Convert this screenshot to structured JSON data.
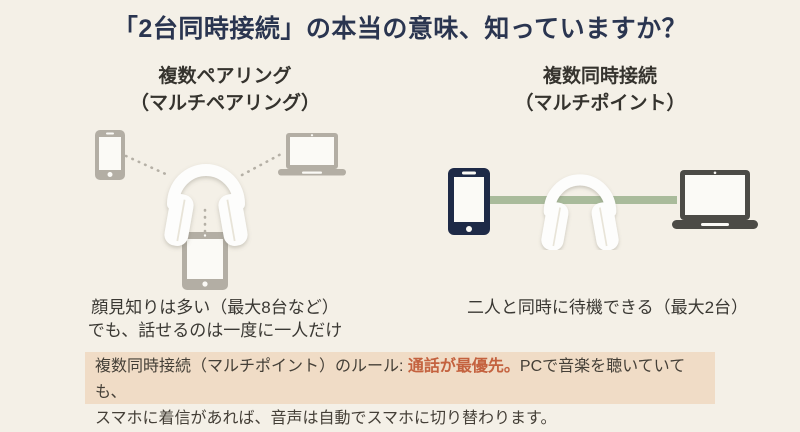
{
  "title": "「2台同時接続」の本当の意味、知っていますか？",
  "left_panel": {
    "heading_line1": "複数ペアリング",
    "heading_line2": "（マルチペアリング）",
    "caption_line1": "顔見知りは多い（最大8台など）",
    "caption_line2": "でも、話せるのは一度に一人だけ",
    "icons": [
      "smartphone-icon",
      "laptop-icon",
      "tablet-icon",
      "headphones-icon",
      "dotted-connection-lines"
    ]
  },
  "right_panel": {
    "heading_line1": "複数同時接続",
    "heading_line2": "（マルチポイント）",
    "caption": "二人と同時に待機できる（最大2台）",
    "icons": [
      "smartphone-icon",
      "headphones-icon",
      "laptop-icon",
      "solid-connection-line"
    ]
  },
  "note": {
    "line1_prefix": "複数同時接続（マルチポイント）のルール: ",
    "line1_highlight": "通話が最優先。",
    "line1_suffix": "PCで音楽を聴いていても、",
    "line2": "スマホに着信があれば、音声は自動でスマホに切り替わります。"
  },
  "colors": {
    "background": "#f4f0e7",
    "title_text": "#2a3550",
    "body_text": "#3a3833",
    "inactive_gray": "#b3aea4",
    "phone_navy": "#1e2a47",
    "laptop_charcoal": "#4c4b46",
    "connection_green": "#a9bb9b",
    "note_background": "#f0dcc6",
    "note_highlight": "#c4623f",
    "headphones_white": "#fdfdfc"
  }
}
